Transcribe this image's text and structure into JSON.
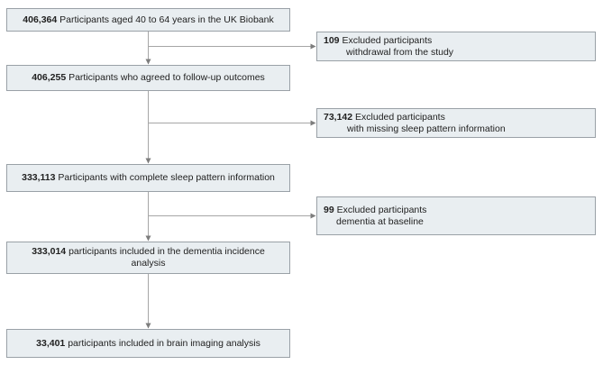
{
  "colors": {
    "box_fill": "#e9eef1",
    "box_border": "#9aa1a7",
    "line": "#a6a6a6",
    "arrow": "#7d7d7d",
    "text": "#212121"
  },
  "flow": {
    "main_boxes": [
      {
        "number": "406,364",
        "text": "Participants aged 40 to 64 years in the UK Biobank"
      },
      {
        "number": "406,255",
        "text": "Participants who agreed to follow-up outcomes"
      },
      {
        "number": "333,113",
        "text": "Participants with complete sleep pattern information"
      },
      {
        "number": "333,014",
        "text": "participants included in the dementia incidence analysis"
      },
      {
        "number": "33,401",
        "text": "participants included in brain imaging analysis"
      }
    ],
    "exclusion_boxes": [
      {
        "number": "109",
        "line1": "Excluded participants",
        "line2": "withdrawal from the study"
      },
      {
        "number": "73,142",
        "line1": "Excluded participants",
        "line2": "with missing sleep pattern information"
      },
      {
        "number": "99",
        "line1": "Excluded participants",
        "line2": "dementia at baseline"
      }
    ]
  }
}
